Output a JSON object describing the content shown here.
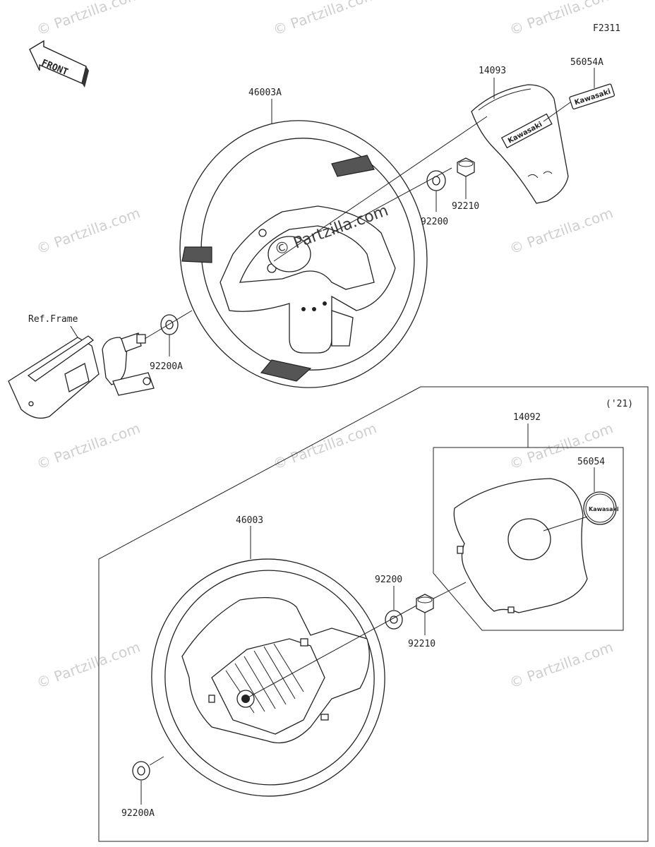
{
  "diagram_code": "F2311",
  "front_label": "FRONT",
  "ref_frame": "Ref.Frame",
  "year_note": "('21)",
  "brand": "Kawasaki",
  "watermark": "© Partzilla.com",
  "upper": {
    "wheel": "46003A",
    "cover": "14093",
    "emblem": "56054A",
    "washer": "92200",
    "nut": "92210",
    "washer_a": "92200A"
  },
  "lower": {
    "wheel": "46003",
    "cover": "14092",
    "emblem": "56054",
    "washer": "92200",
    "nut": "92210",
    "washer_a": "92200A"
  }
}
